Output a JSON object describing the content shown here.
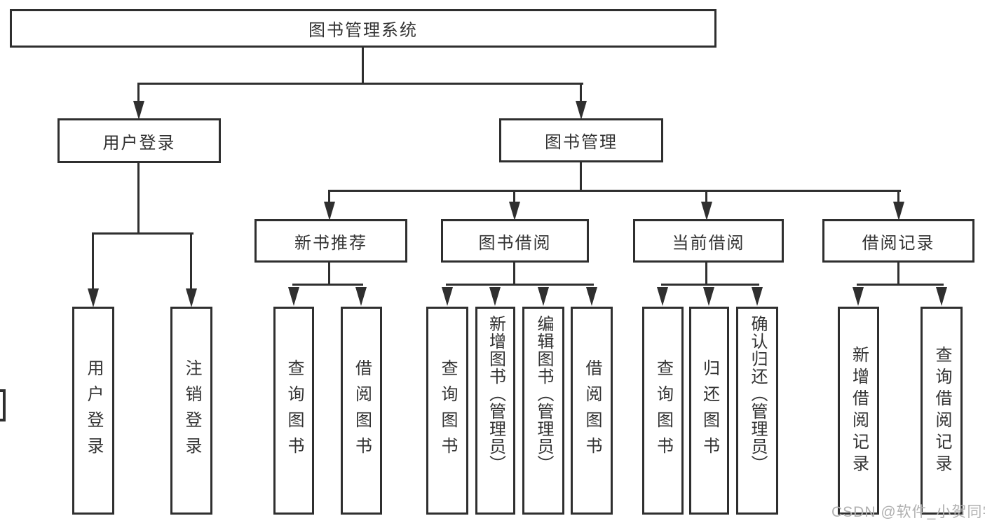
{
  "tree": {
    "root": {
      "label": "图书管理系统"
    },
    "branches": [
      {
        "label": "用户登录",
        "children": [
          {
            "label": "用户登录"
          },
          {
            "label": "注销登录"
          }
        ]
      },
      {
        "label": "图书管理",
        "groups": [
          {
            "label": "新书推荐",
            "children": [
              {
                "label": "查询图书"
              },
              {
                "label": "借阅图书"
              }
            ]
          },
          {
            "label": "图书借阅",
            "children": [
              {
                "label": "查询图书"
              },
              {
                "label": "新增图书（管理员）"
              },
              {
                "label": "编辑图书（管理员）"
              },
              {
                "label": "借阅图书"
              }
            ]
          },
          {
            "label": "当前借阅",
            "children": [
              {
                "label": "查询图书"
              },
              {
                "label": "归还图书"
              },
              {
                "label": "确认归还（管理员）"
              }
            ]
          },
          {
            "label": "借阅记录",
            "children": [
              {
                "label": "新增借阅记录"
              },
              {
                "label": "查询借阅记录"
              }
            ]
          }
        ]
      }
    ]
  },
  "watermark": {
    "text": "CSDN @软件_小贺同学"
  },
  "colors": {
    "line": "#2f2f2f",
    "text": "#333333",
    "watermark": "#b0b0b0",
    "background": "#ffffff"
  }
}
